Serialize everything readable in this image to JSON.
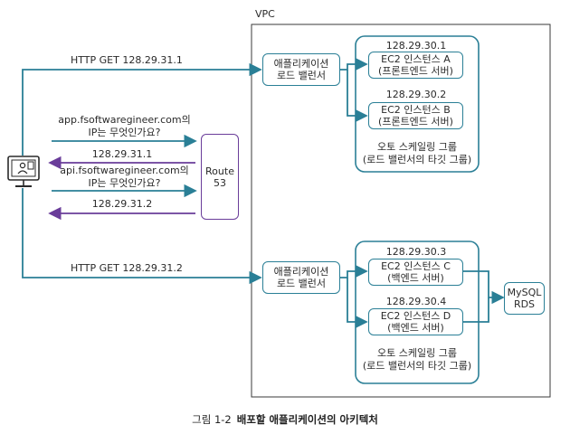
{
  "vpc": {
    "label": "VPC"
  },
  "client": {
    "icon": "client-computer-icon"
  },
  "top": {
    "request_label": "HTTP GET 128.29.31.1",
    "lb": {
      "line1": "애플리케이션",
      "line2": "로드 밸런서"
    },
    "ip_a": "128.29.30.1",
    "instance_a": {
      "line1": "EC2 인스턴스 A",
      "line2": "(프론트엔드 서버)"
    },
    "ip_b": "128.29.30.2",
    "instance_b": {
      "line1": "EC2 인스턴스 B",
      "line2": "(프론트엔드 서버)"
    },
    "asg": {
      "line1": "오토 스케일링 그룹",
      "line2": "(로드 밸런서의 타깃 그룹)"
    }
  },
  "dns": {
    "q1": {
      "line1": "app.fsoftwaregineer.com의",
      "line2": "IP는 무엇인가요?"
    },
    "a1": "128.29.31.1",
    "q2": {
      "line1": "api.fsoftwaregineer.com의",
      "line2": "IP는 무엇인가요?"
    },
    "a2": "128.29.31.2",
    "route53": {
      "line1": "Route",
      "line2": "53"
    }
  },
  "bottom": {
    "request_label": "HTTP GET 128.29.31.2",
    "lb": {
      "line1": "애플리케이션",
      "line2": "로드 밸런서"
    },
    "ip_c": "128.29.30.3",
    "instance_c": {
      "line1": "EC2 인스턴스 C",
      "line2": "(백엔드 서버)"
    },
    "ip_d": "128.29.30.4",
    "instance_d": {
      "line1": "EC2 인스턴스 D",
      "line2": "(백엔드 서버)"
    },
    "asg": {
      "line1": "오토 스케일링 그룹",
      "line2": "(로드 밸런서의 타깃 그룹)"
    },
    "rds": {
      "line1": "MySQL",
      "line2": "RDS"
    }
  },
  "caption": {
    "number": "그림 1-2",
    "title": "배포할 애플리케이션의 아키텍처"
  },
  "colors": {
    "teal": "#2a7f96",
    "purple": "#6a3d9a",
    "border": "#3a3a3a"
  }
}
